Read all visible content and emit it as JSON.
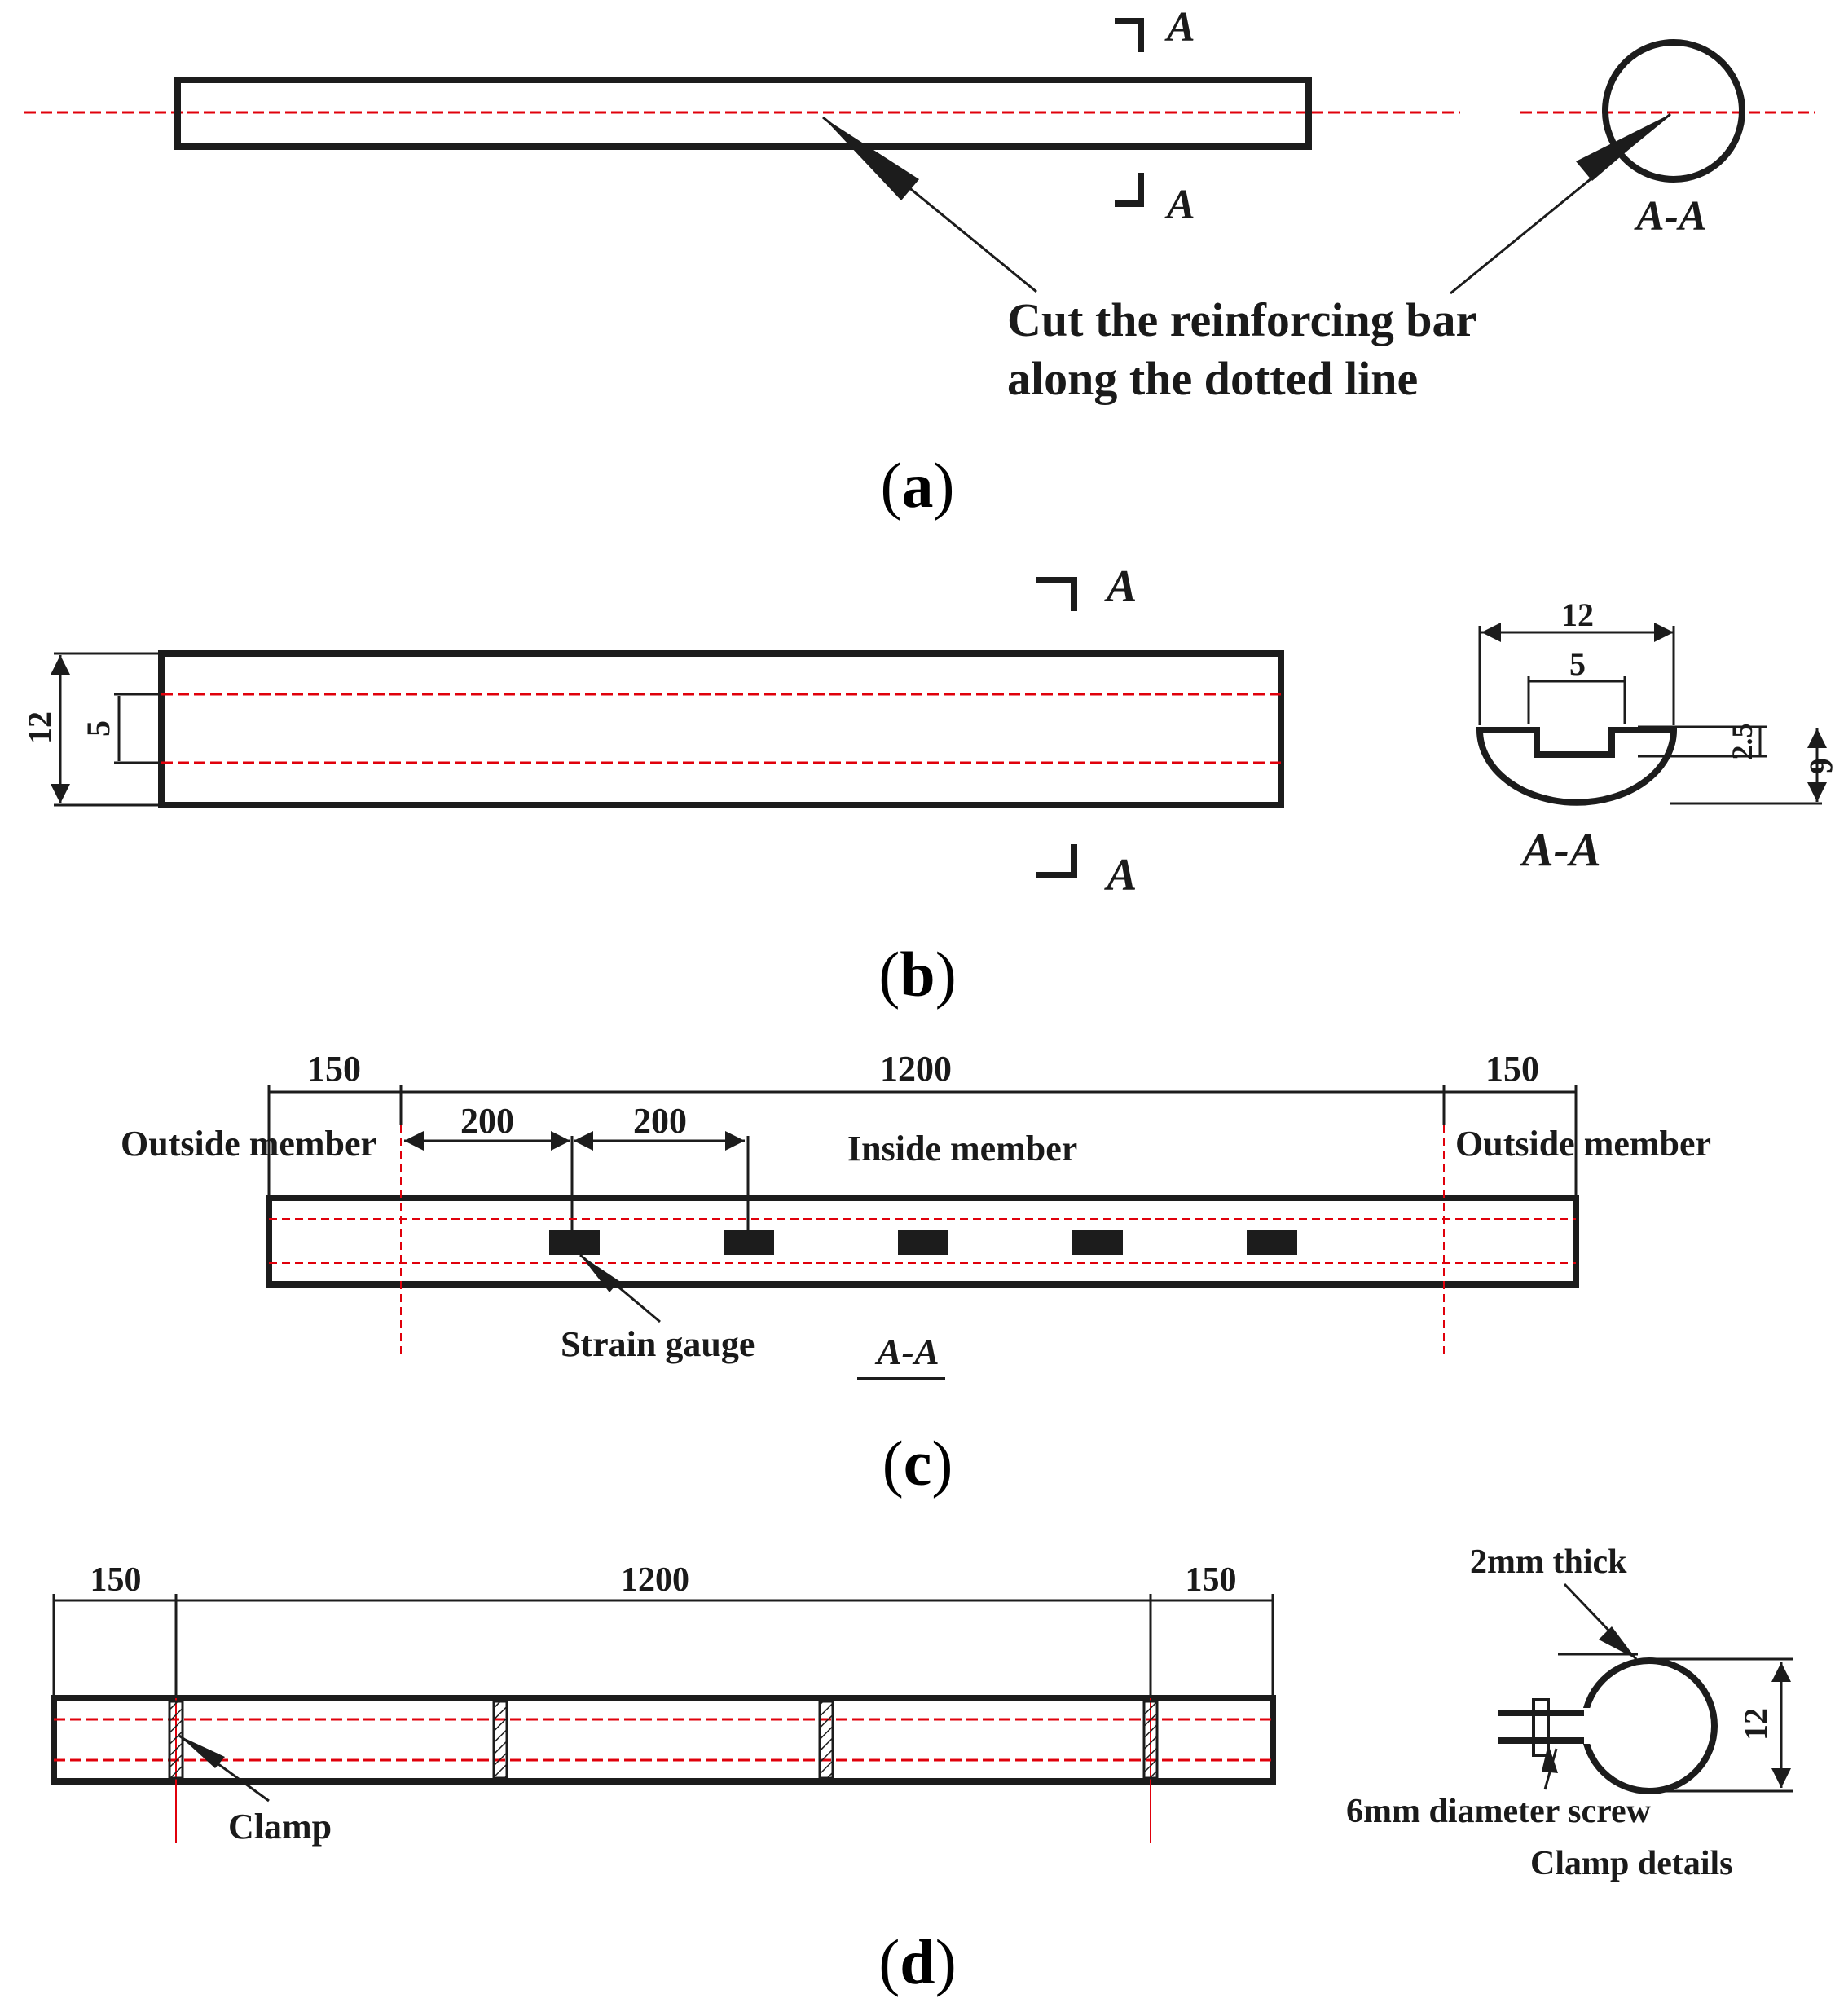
{
  "panel_a": {
    "section_mark": "A",
    "section_label": "A-A",
    "note_line1": "Cut the reinforcing bar",
    "note_line2": "along the dotted line",
    "caption_letter": "a"
  },
  "panel_b": {
    "section_mark": "A",
    "section_label": "A-A",
    "dim_height": "12",
    "dim_groove": "5",
    "sec_width": "12",
    "sec_groove": "5",
    "sec_depth": "2.5",
    "sec_height": "6",
    "caption_letter": "b"
  },
  "panel_c": {
    "dim_left": "150",
    "dim_mid": "1200",
    "dim_right": "150",
    "spacing1": "200",
    "spacing2": "200",
    "outside_left": "Outside member",
    "inside": "Inside member",
    "outside_right": "Outside member",
    "strain_gauge": "Strain gauge",
    "section_label": "A-A",
    "caption_letter": "c"
  },
  "panel_d": {
    "dim_left": "150",
    "dim_mid": "1200",
    "dim_right": "150",
    "clamp": "Clamp",
    "thickness": "2mm thick",
    "diameter": "12",
    "screw": "6mm diameter screw",
    "details": "Clamp details",
    "caption_letter": "d"
  },
  "colors": {
    "line": "#1c1c1c",
    "centerline": "#e0000b"
  }
}
